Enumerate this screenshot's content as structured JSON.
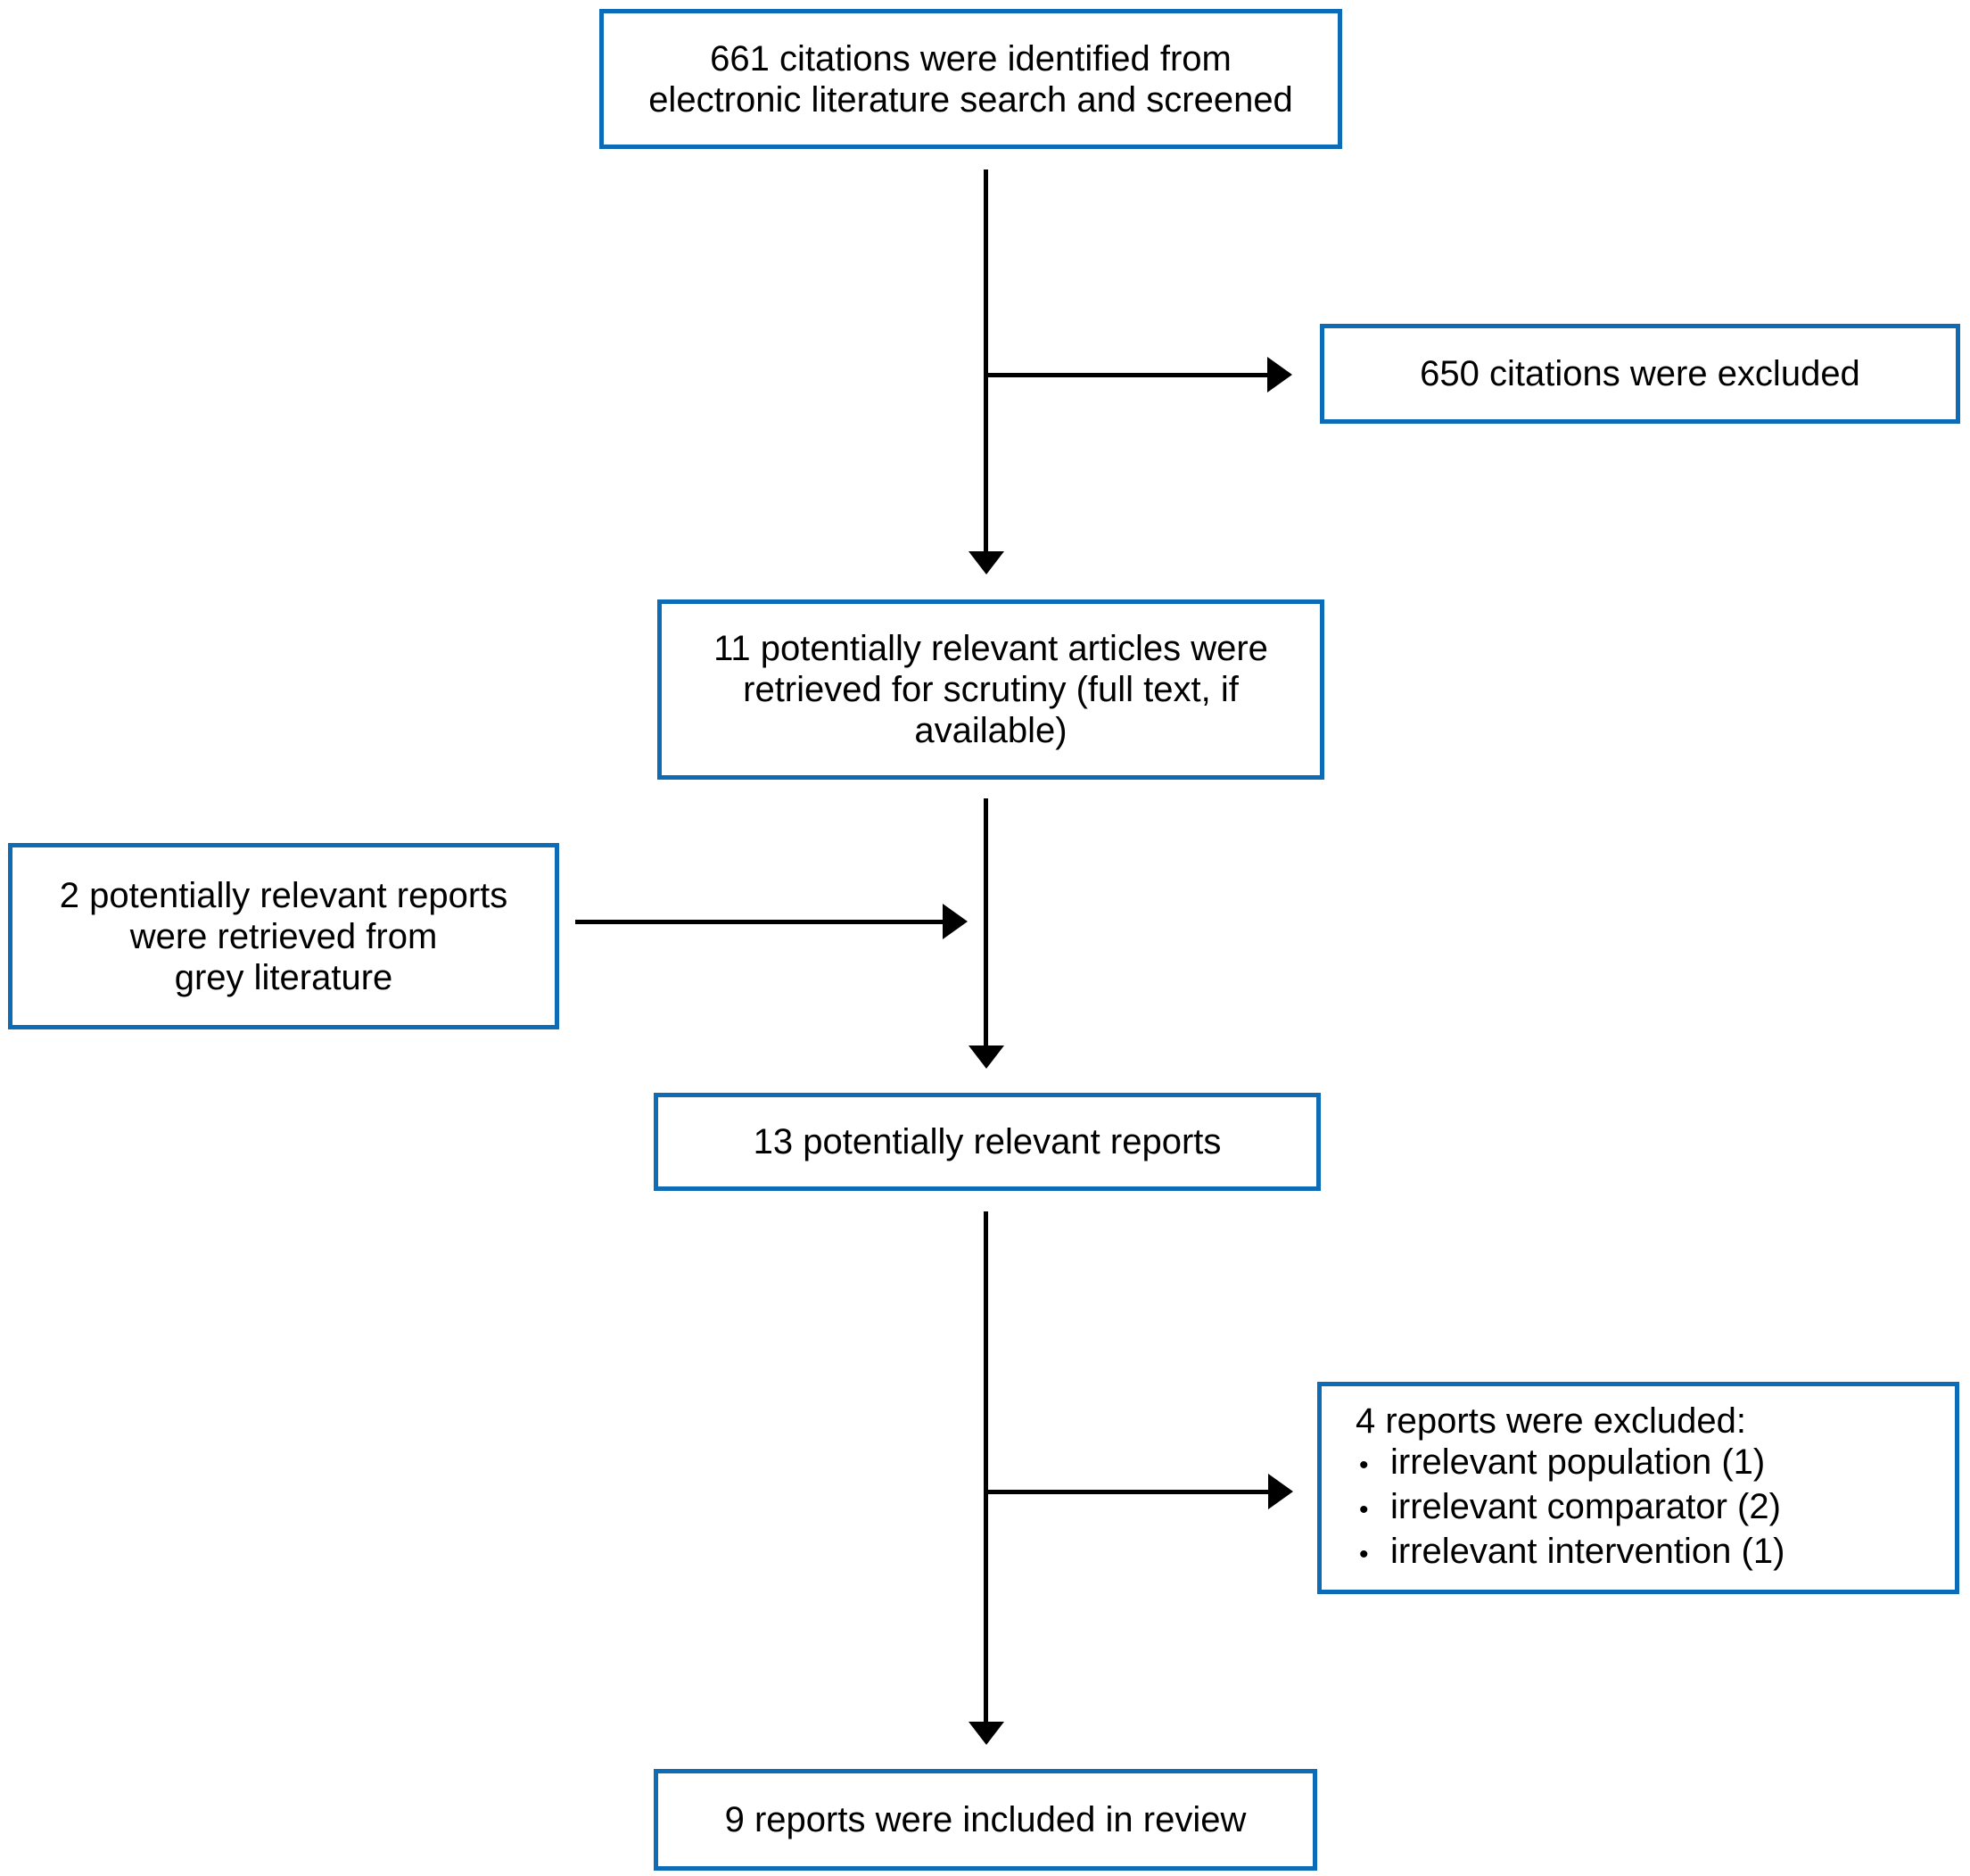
{
  "palette": {
    "box_border": "#0d6cb5",
    "box_bg": "#ffffff",
    "arrow_color": "#000000",
    "text_color": "#000000",
    "page_bg": "#ffffff"
  },
  "nodes": {
    "identified": {
      "lines": [
        "661 citations were identified from",
        "electronic literature search and screened"
      ]
    },
    "excluded_citations": {
      "lines": [
        "650 citations were excluded"
      ]
    },
    "retrieved": {
      "lines": [
        "11 potentially relevant articles were",
        "retrieved for scrutiny (full text, if",
        "available)"
      ]
    },
    "grey_literature": {
      "lines": [
        "2 potentially relevant reports",
        "were retrieved from",
        "grey literature"
      ]
    },
    "relevant_reports": {
      "lines": [
        "13 potentially relevant reports"
      ]
    },
    "excluded_reports": {
      "title": "4 reports were excluded:",
      "bullet_char": "•",
      "bullets": [
        "irrelevant population (1)",
        "irrelevant comparator (2)",
        "irrelevant intervention (1)"
      ]
    },
    "included": {
      "lines": [
        "9 reports were included in review"
      ]
    }
  }
}
